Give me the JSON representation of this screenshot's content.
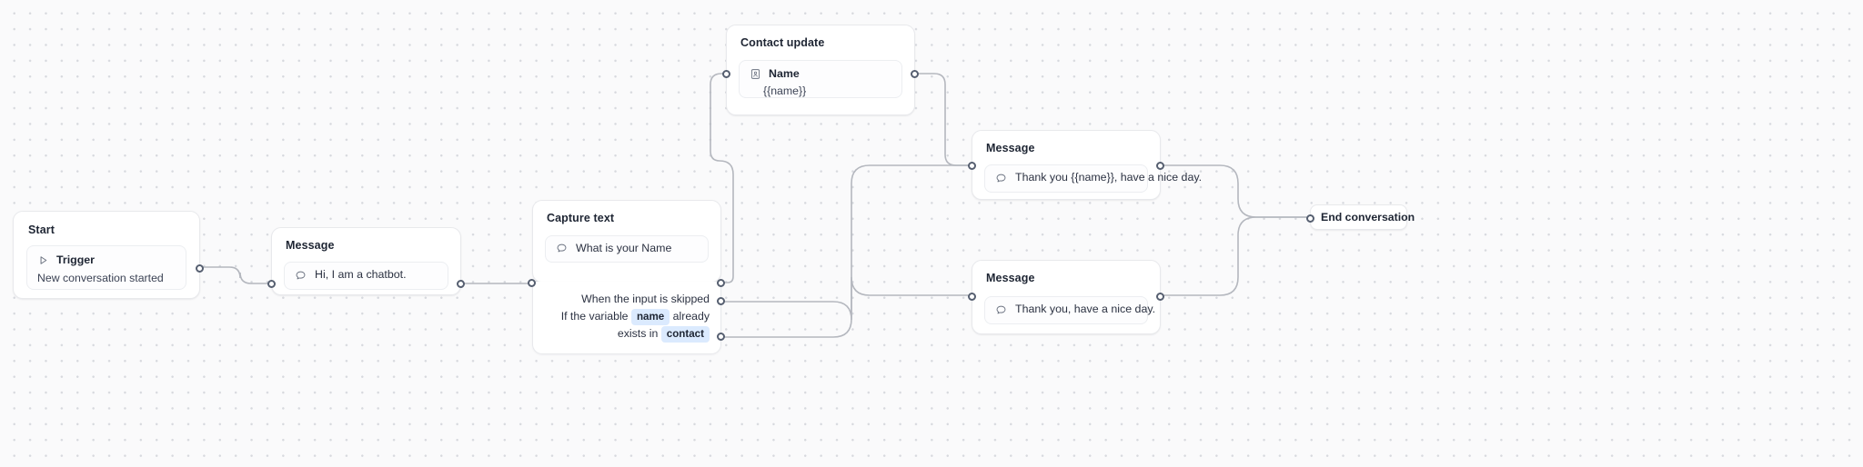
{
  "canvas": {
    "background_color": "#fafafb",
    "dot_color": "#d7d9de",
    "edge_color": "#b4b7be",
    "port_color": "#565f70",
    "accent_pill_bg": "#dbeafe"
  },
  "nodes": {
    "start": {
      "title": "Start",
      "trigger": {
        "icon": "play-triangle-icon",
        "label": "Trigger",
        "description": "New conversation started"
      }
    },
    "message_intro": {
      "title": "Message",
      "icon": "chat-bubble-icon",
      "text": "Hi, I am a chatbot."
    },
    "capture_text": {
      "title": "Capture text",
      "icon": "chat-bubble-icon",
      "prompt": "What is your Name",
      "branches": [
        {
          "label": "When the input is skipped"
        },
        {
          "prefix": "If the variable",
          "variable": "name",
          "middle": "already exists in",
          "target": "contact"
        }
      ]
    },
    "contact_update": {
      "title": "Contact update",
      "field": {
        "icon": "contact-card-icon",
        "label": "Name",
        "value": "{{name}}"
      }
    },
    "message_named": {
      "title": "Message",
      "icon": "chat-bubble-icon",
      "text": "Thank you {{name}}, have a nice day."
    },
    "message_generic": {
      "title": "Message",
      "icon": "chat-bubble-icon",
      "text": "Thank you, have a nice day."
    },
    "end_conversation": {
      "title": "End conversation"
    }
  }
}
